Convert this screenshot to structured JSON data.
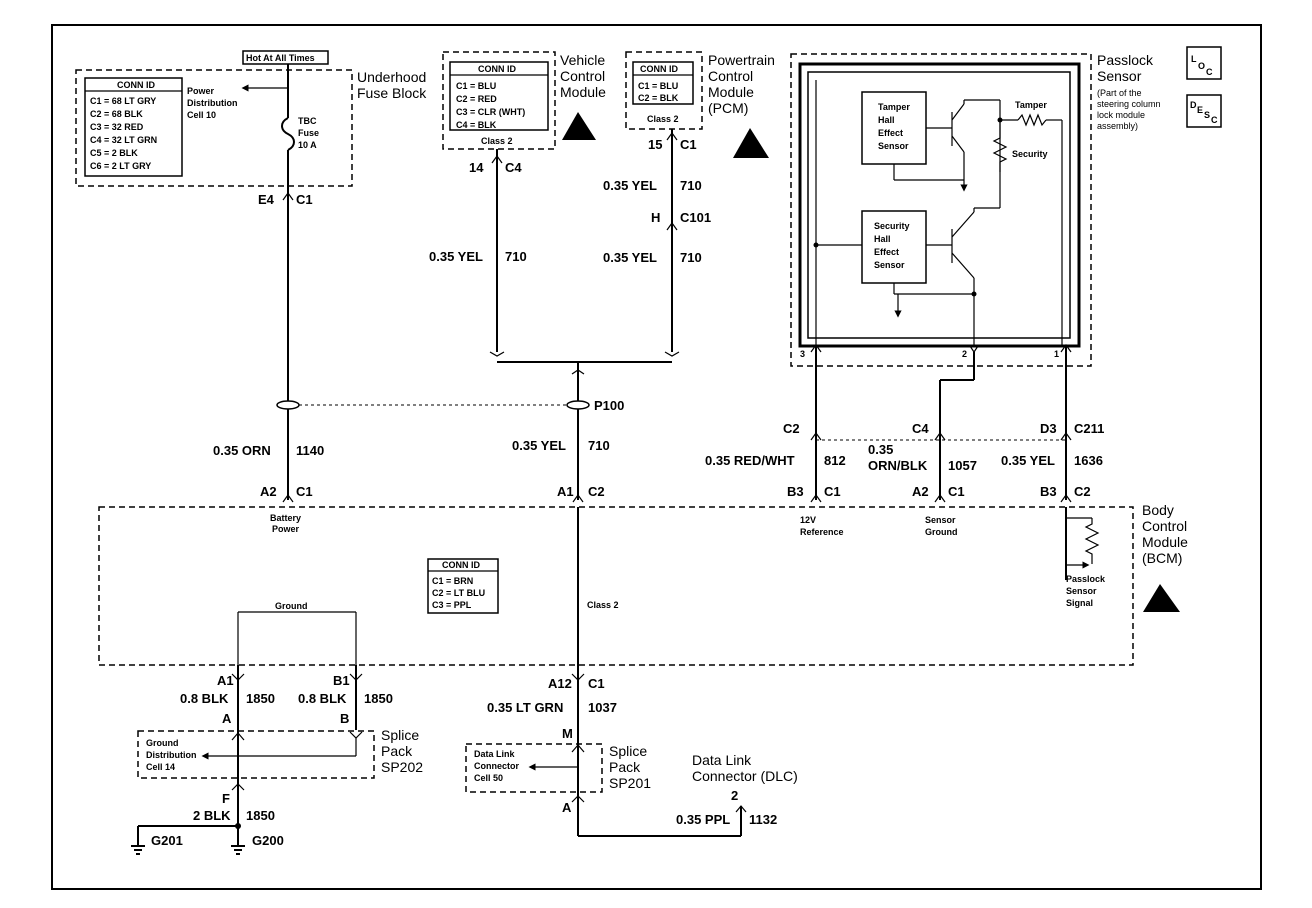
{
  "underhood": {
    "hot_label": "Hot At All Times",
    "conn_title": "CONN ID",
    "conn": [
      "C1 = 68 LT GRY",
      "C2 = 68 BLK",
      "C3 = 32 RED",
      "C4 = 32 LT GRN",
      "C5 = 2 BLK",
      "C6 = 2 LT GRY"
    ],
    "pdc": [
      "Power",
      "Distribution",
      "Cell 10"
    ],
    "fuse": [
      "TBC",
      "Fuse",
      "10 A"
    ],
    "title": [
      "Underhood",
      "Fuse Block"
    ],
    "pin": "E4",
    "conn_name": "C1"
  },
  "vcm": {
    "conn_title": "CONN ID",
    "conn": [
      "C1 = BLU",
      "C2 = RED",
      "C3 = CLR (WHT)",
      "C4 = BLK"
    ],
    "bus": "Class 2",
    "title": [
      "Vehicle",
      "Control",
      "Module"
    ],
    "pin": "14",
    "conn_name": "C4",
    "wire_gauge": "0.35 YEL",
    "wire_circuit": "710"
  },
  "pcm": {
    "conn_title": "CONN ID",
    "conn": [
      "C1 = BLU",
      "C2 = BLK"
    ],
    "bus": "Class 2",
    "title": [
      "Powertrain",
      "Control",
      "Module",
      "(PCM)"
    ],
    "pin": "15",
    "conn_name": "C1",
    "wire1_gauge": "0.35 YEL",
    "wire1_circuit": "710",
    "inline_pin": "H",
    "inline_conn": "C101",
    "wire2_gauge": "0.35 YEL",
    "wire2_circuit": "710"
  },
  "passlock": {
    "title": [
      "Passlock",
      "Sensor"
    ],
    "note": [
      "(Part of the",
      "steering column",
      "lock module",
      "assembly)"
    ],
    "tamper_sensor": [
      "Tamper",
      "Hall",
      "Effect",
      "Sensor"
    ],
    "security_sensor": [
      "Security",
      "Hall",
      "Effect",
      "Sensor"
    ],
    "tamper_res": "Tamper",
    "security_res": "Security",
    "pins": [
      "3",
      "2",
      "1"
    ],
    "loc": [
      "L",
      "O",
      "C"
    ],
    "desc": [
      "D",
      "E",
      "S",
      "C"
    ]
  },
  "splice_p100": "P100",
  "wires": {
    "battery": {
      "gauge": "0.35 ORN",
      "circuit": "1140"
    },
    "class2": {
      "gauge": "0.35 YEL",
      "circuit": "710"
    },
    "ref12": {
      "gauge": "0.35 RED/WHT",
      "circuit": "812",
      "conn": "C2"
    },
    "sensor_gnd": {
      "gauge1": "0.35",
      "gauge2": "ORN/BLK",
      "circuit": "1057",
      "conn": "C4"
    },
    "signal": {
      "gauge": "0.35 YEL",
      "circuit": "1636",
      "conn1": "D3",
      "conn2": "C211"
    }
  },
  "bcm": {
    "title": [
      "Body",
      "Control",
      "Module",
      "(BCM)"
    ],
    "conn_title": "CONN ID",
    "conn": [
      "C1 = BRN",
      "C2 = LT BLU",
      "C3 = PPL"
    ],
    "pins": {
      "batt": [
        "A2",
        "C1"
      ],
      "class2": [
        "A1",
        "C2"
      ],
      "ref": [
        "B3",
        "C1"
      ],
      "gnd": [
        "A2",
        "C1"
      ],
      "sig": [
        "B3",
        "C2"
      ],
      "g1": "A1",
      "g2": "B1",
      "dlc": [
        "A12",
        "C1"
      ]
    },
    "labels": {
      "battery": [
        "Battery",
        "Power"
      ],
      "ref": [
        "12V",
        "Reference"
      ],
      "sensor_gnd": [
        "Sensor",
        "Ground"
      ],
      "signal": [
        "Passlock",
        "Sensor",
        "Signal"
      ],
      "ground": "Ground",
      "class2": "Class 2"
    }
  },
  "ground_wires": {
    "a": {
      "gauge": "0.8 BLK",
      "circuit": "1850",
      "pin": "A"
    },
    "b": {
      "gauge": "0.8 BLK",
      "circuit": "1850",
      "pin": "B"
    },
    "out": {
      "gauge": "2 BLK",
      "circuit": "1850",
      "pin": "F"
    }
  },
  "sp202": {
    "title": [
      "Splice",
      "Pack",
      "SP202"
    ],
    "cell": [
      "Ground",
      "Distribution",
      "Cell 14"
    ]
  },
  "grounds": [
    "G201",
    "G200"
  ],
  "dlc_wire": {
    "gauge": "0.35 LT GRN",
    "circuit": "1037",
    "pin": "M"
  },
  "sp201": {
    "title": [
      "Splice",
      "Pack",
      "SP201"
    ],
    "cell": [
      "Data Link",
      "Connector",
      "Cell 50"
    ],
    "pin": "A"
  },
  "dlc": {
    "title": [
      "Data Link",
      "Connector (DLC)"
    ],
    "pin": "2",
    "gauge": "0.35 PPL",
    "circuit": "1132"
  }
}
